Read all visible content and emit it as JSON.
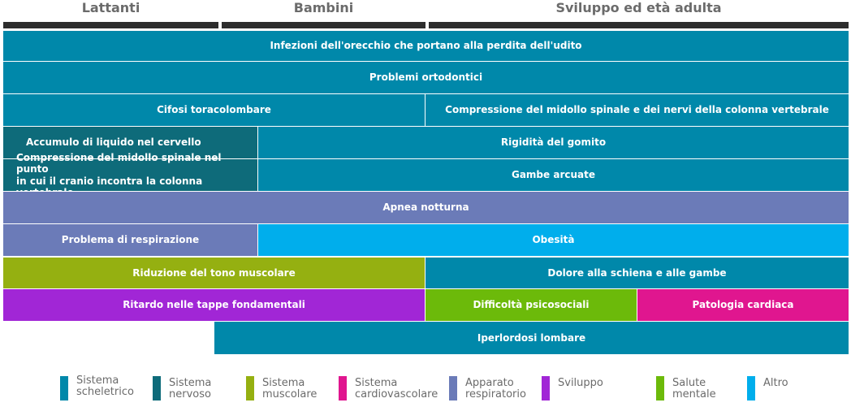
{
  "colors": {
    "skeletal": "#0088aa",
    "nervous": "#0e6b7a",
    "muscular": "#95b011",
    "cardiovascular": "#e0168f",
    "respiratory": "#6b7bb8",
    "development": "#a126d6",
    "mental": "#6cba0a",
    "other": "#00aeec",
    "age_bar": "#2d2d2d"
  },
  "age_groups": [
    "Lattanti",
    "Bambini",
    "Sviluppo ed età adulta"
  ],
  "conditions": {
    "ear_infections": "Infezioni dell'orecchio che portano alla perdita dell'udito",
    "orthodontic": "Problemi ortodontici",
    "kyphosis": "Cifosi toracolombare",
    "spinal_compression": "Compressione del midollo spinale e dei nervi della colonna vertebrale",
    "hydrocephalus": "Accumulo di liquido nel cervello",
    "elbow": "Rigidità del gomito",
    "foramen_compression_line1": "Compressione del midollo spinale nel punto",
    "foramen_compression_line2": "in cui il cranio incontra la colonna vertebrale",
    "bowed_legs": "Gambe arcuate",
    "sleep_apnea": "Apnea notturna",
    "breathing": "Problema di respirazione",
    "obesity": "Obesità",
    "hypotonia": "Riduzione del tono muscolare",
    "back_leg_pain": "Dolore alla schiena e alle gambe",
    "milestones": "Ritardo nelle tappe fondamentali",
    "psychosocial": "Difficoltà psicosociali",
    "cardiac": "Patologia cardiaca",
    "lordosis": "Iperlordosi lombare"
  },
  "legend": [
    {
      "line1": "Sistema",
      "line2": "scheletrico",
      "color": "#0088aa"
    },
    {
      "line1": "Sistema",
      "line2": "nervoso",
      "color": "#0e6b7a"
    },
    {
      "line1": "Sistema",
      "line2": "muscolare",
      "color": "#95b011"
    },
    {
      "line1": "Sistema",
      "line2": "cardiovascolare",
      "color": "#e0168f"
    },
    {
      "line1": "Apparato",
      "line2": "respiratorio",
      "color": "#6b7bb8"
    },
    {
      "line1": "Sviluppo",
      "line2": "",
      "color": "#a126d6"
    },
    {
      "line1": "Salute",
      "line2": "mentale",
      "color": "#6cba0a"
    },
    {
      "line1": "Altro",
      "line2": "",
      "color": "#00aeec"
    }
  ]
}
